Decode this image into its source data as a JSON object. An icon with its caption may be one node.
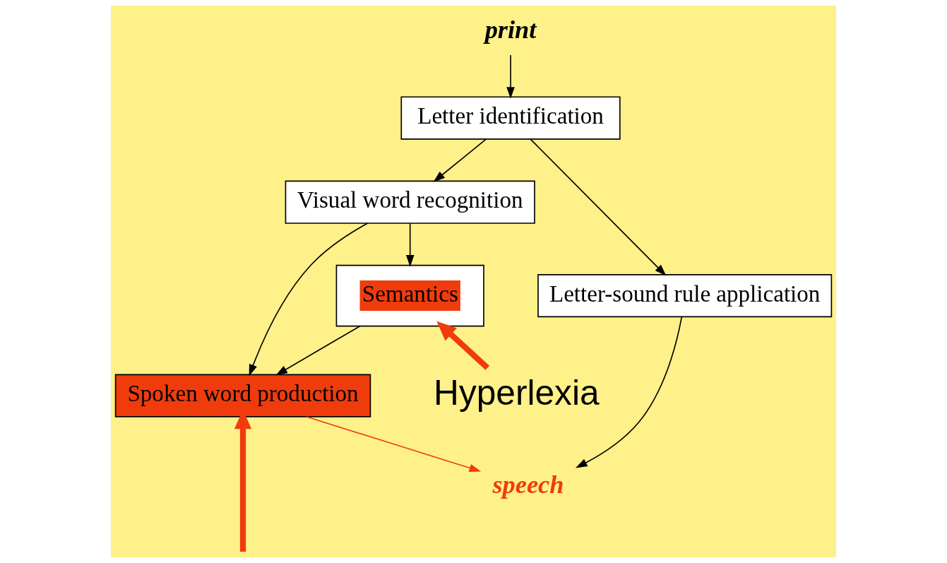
{
  "diagram": {
    "nodes": [
      {
        "text": [
          "print"
        ]
      },
      {
        "text": [
          "Letter identification"
        ]
      },
      {
        "text": [
          "Visual word recognition"
        ]
      },
      {
        "text": [
          "Semantics"
        ]
      },
      {
        "text": [
          "Letter-sound rule application"
        ]
      },
      {
        "text": [
          "Spoken word production"
        ]
      },
      {
        "text": [
          "speech"
        ]
      },
      {
        "text": [
          "Hyperlexia"
        ]
      }
    ],
    "edges": [
      {
        "from": 0,
        "to": 1,
        "arrow": "to"
      },
      {
        "from": 1,
        "to": 2,
        "arrow": "to"
      },
      {
        "from": 1,
        "to": 4,
        "arrow": "to"
      },
      {
        "from": 2,
        "to": 3,
        "arrow": "to"
      },
      {
        "from": 2,
        "to": 5,
        "arrow": "to"
      },
      {
        "from": 3,
        "to": 5,
        "arrow": "to"
      },
      {
        "from": 5,
        "to": 6,
        "arrow": "to",
        "color": "#f03c0c"
      },
      {
        "from": 4,
        "to": 6,
        "arrow": "to"
      },
      {
        "from": 7,
        "to": 3,
        "arrow": "to",
        "style": "thick",
        "color": "#f03c0c"
      },
      {
        "from": null,
        "to": 5,
        "arrow": "to",
        "style": "thick",
        "color": "#f03c0c"
      }
    ]
  }
}
